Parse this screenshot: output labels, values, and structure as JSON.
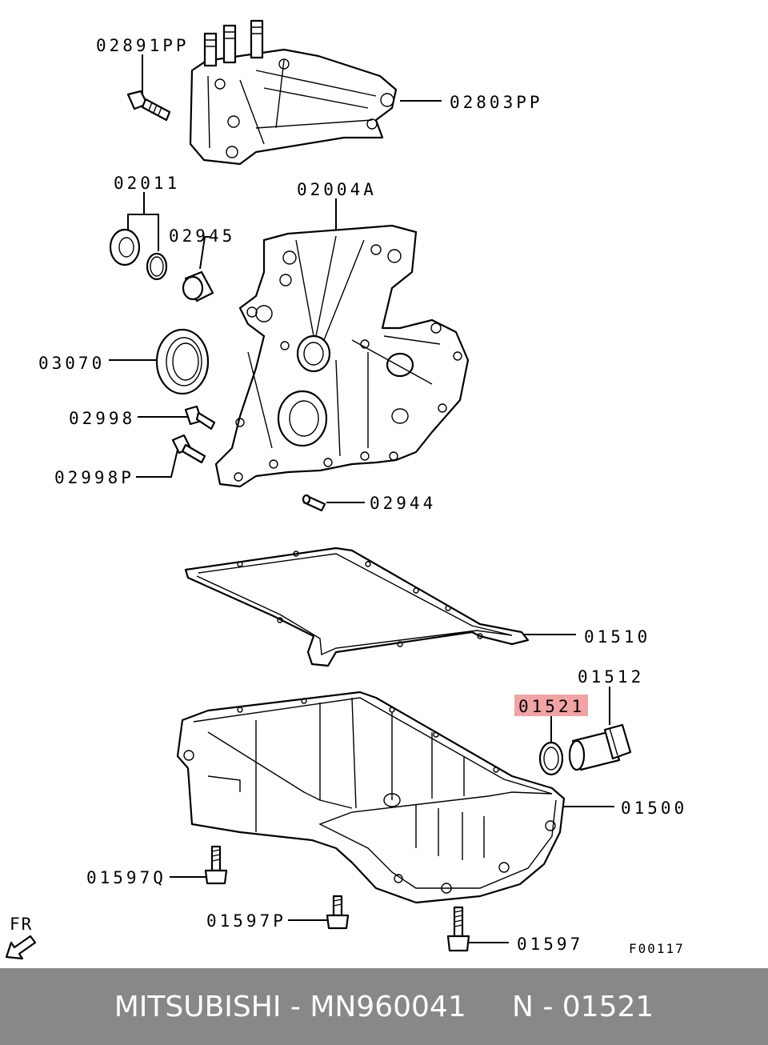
{
  "labels": {
    "l02891PP": "02891PP",
    "l02803PP": "02803PP",
    "l02011": "02011",
    "l02945": "02945",
    "l02004A": "02004A",
    "l03070": "03070",
    "l02998": "02998",
    "l02998P": "02998P",
    "l02944": "02944",
    "l01510": "01510",
    "l01512": "01512",
    "l01521": "01521",
    "l01500": "01500",
    "l01597Q": "01597Q",
    "l01597P": "01597P",
    "l01597": "01597",
    "fr": "FR",
    "figure_code": "F00117"
  },
  "highlight_color": "#f2a3a3",
  "footer": {
    "text": "MITSUBISHI - MN960041     N - 01521",
    "background": "#888888"
  }
}
